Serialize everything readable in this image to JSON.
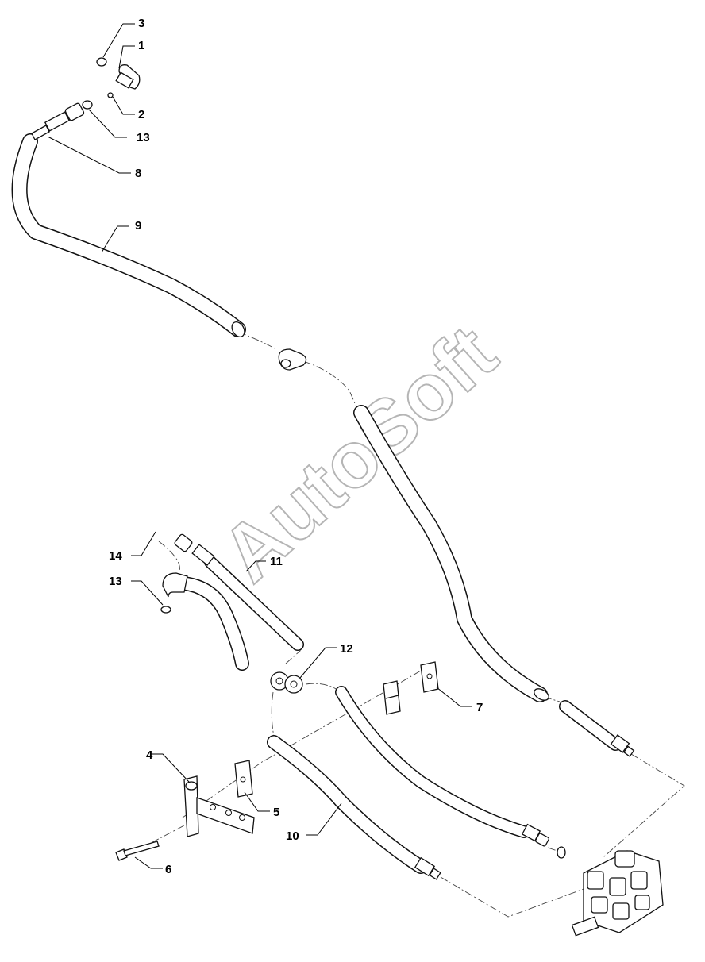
{
  "watermark": "AutoSoft",
  "callouts": [
    {
      "id": "c3",
      "text": "3"
    },
    {
      "id": "c1",
      "text": "1"
    },
    {
      "id": "c2",
      "text": "2"
    },
    {
      "id": "c13a",
      "text": "13"
    },
    {
      "id": "c8",
      "text": "8"
    },
    {
      "id": "c9",
      "text": "9"
    },
    {
      "id": "c14",
      "text": "14"
    },
    {
      "id": "c11",
      "text": "11"
    },
    {
      "id": "c13b",
      "text": "13"
    },
    {
      "id": "c12",
      "text": "12"
    },
    {
      "id": "c7",
      "text": "7"
    },
    {
      "id": "c4",
      "text": "4"
    },
    {
      "id": "c5",
      "text": "5"
    },
    {
      "id": "c10",
      "text": "10"
    },
    {
      "id": "c6",
      "text": "6"
    }
  ]
}
